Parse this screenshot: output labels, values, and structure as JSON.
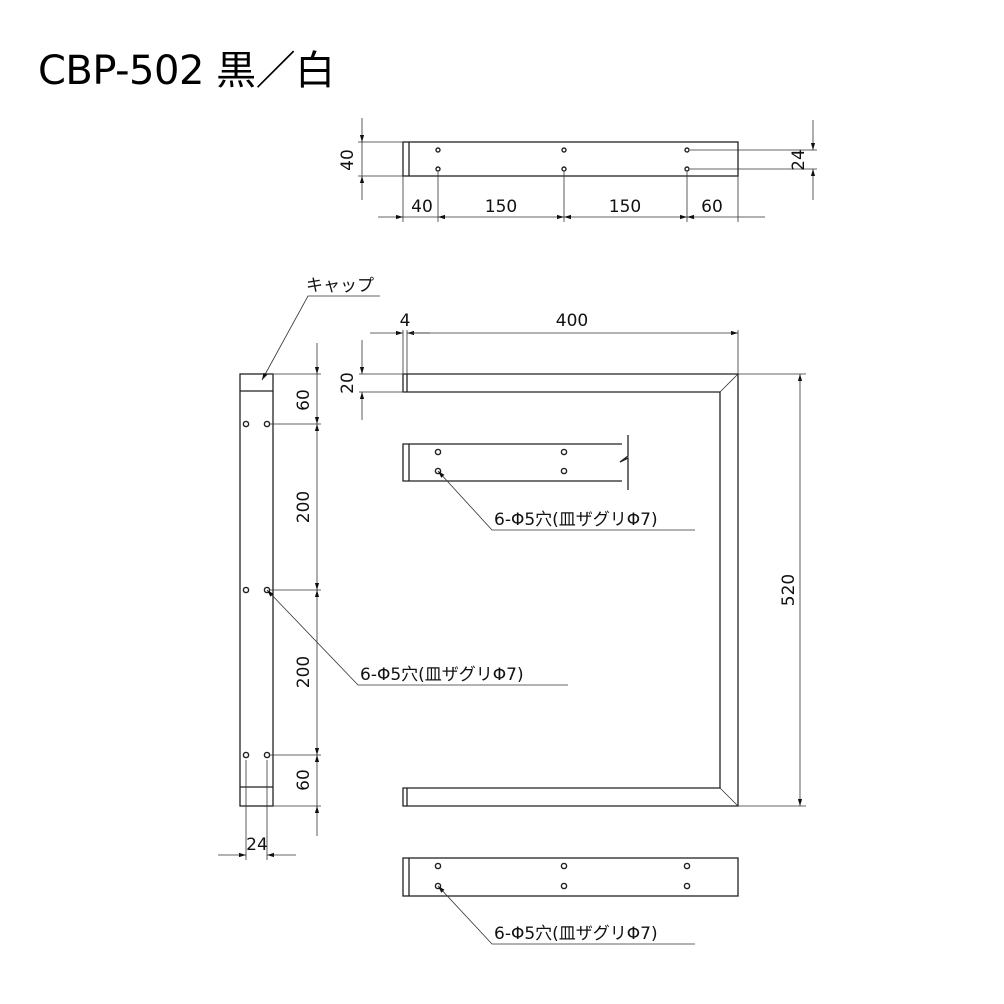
{
  "title": "CBP-502 黒／白",
  "top_view": {
    "dims": {
      "height": "40",
      "hole_spacing": "24",
      "d1": "40",
      "d2": "150",
      "d3": "150",
      "d4": "60"
    }
  },
  "side_view": {
    "cap_label": "キャップ",
    "dims": {
      "top": "60",
      "mid1": "200",
      "mid2": "200",
      "bottom": "60",
      "width": "24"
    },
    "hole_note": "6-Φ5穴(皿ザグリΦ7)"
  },
  "front_view": {
    "dims": {
      "thickness": "4",
      "depth": "400",
      "bar": "20",
      "height": "520"
    }
  },
  "upper_bracket": {
    "hole_note": "6-Φ5穴(皿ザグリΦ7)"
  },
  "lower_bracket": {
    "hole_note": "6-Φ5穴(皿ザグリΦ7)"
  }
}
